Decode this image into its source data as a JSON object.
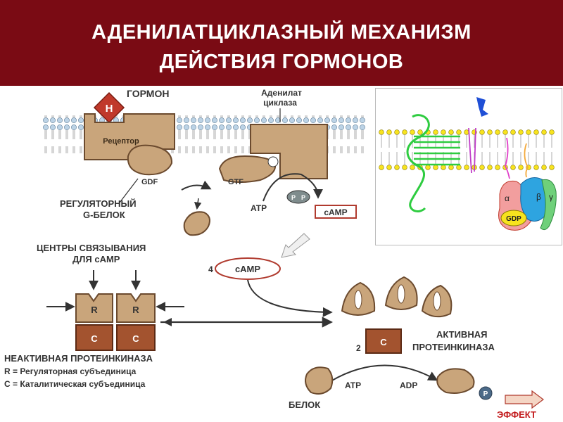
{
  "title": {
    "line1": "АДЕНИЛАТЦИКЛАЗНЫЙ МЕХАНИЗМ",
    "line2": "ДЕЙСТВИЯ ГОРМОНОВ"
  },
  "colors": {
    "header_bg": "#7a0b14",
    "protein": "#c9a57b",
    "protein_dark": "#8b5e3c",
    "kinase_c": "#a3532f",
    "arrow": "#333333",
    "effect_label": "#c2191b"
  },
  "labels": {
    "hormone": "ГОРМОН",
    "hormone_symbol": "Н",
    "receptor": "Рецептор",
    "adenylate_cyclase_1": "Аденилат",
    "adenylate_cyclase_2": "циклаза",
    "gdf": "GDF",
    "gtf": "GTF",
    "regulatory_1": "РЕГУЛЯТОРНЫЙ",
    "regulatory_2": "G-БЕЛОК",
    "atp_top": "ATP",
    "camp_box": "cAMP",
    "p": "P",
    "binding_1": "ЦЕНТРЫ СВЯЗЫВАНИЯ",
    "binding_2": "ДЛЯ cAMP",
    "camp_center": "cAMP",
    "step_4": "4",
    "step_2": "2",
    "r": "R",
    "c": "C",
    "inactive_title": "НЕАКТИВНАЯ ПРОТЕИНКИНАЗА",
    "legend_r": "R = Регуляторная субъединица",
    "legend_c": "С = Каталитическая субъединица",
    "active_1": "АКТИВНАЯ",
    "active_2": "ПРОТЕИНКИНАЗА",
    "protein": "БЕЛОК",
    "atp_bottom": "ATP",
    "adp": "ADP",
    "effect": "ЭФФЕКТ"
  },
  "inset": {
    "alpha": "α",
    "beta": "β",
    "gamma": "γ",
    "gdp": "GDP"
  }
}
